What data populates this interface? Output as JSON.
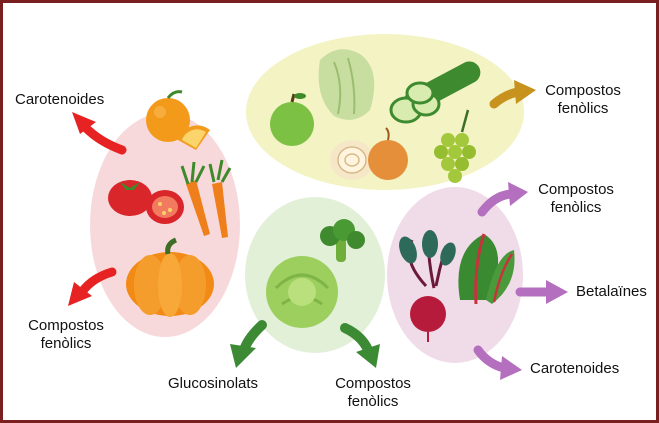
{
  "groups": {
    "orange": {
      "color": "#f7d9dc",
      "arrow_color": "#e62222",
      "labels": [
        "Carotenoides",
        "Compostos fenòlics"
      ]
    },
    "yellow": {
      "color": "#f3f3c4",
      "arrow_color": "#c8921e",
      "labels": [
        "Compostos fenòlics"
      ]
    },
    "green": {
      "color": "#e3f0d8",
      "arrow_color": "#3c8a34",
      "labels": [
        "Glucosinolats",
        "Compostos fenòlics"
      ]
    },
    "purple": {
      "color": "#f0dbe9",
      "arrow_color": "#b46fbf",
      "labels": [
        "Compostos fenòlics",
        "Betalaïnes",
        "Carotenoides"
      ]
    }
  },
  "foods": {
    "orange_group": [
      "orange-icon",
      "tomato-icon",
      "carrot-icon",
      "pumpkin-icon"
    ],
    "yellow_group": [
      "apple-icon",
      "lettuce-icon",
      "cucumber-icon",
      "onion-icon",
      "grapes-icon"
    ],
    "green_group": [
      "broccoli-icon",
      "cabbage-icon"
    ],
    "purple_group": [
      "beetroot-icon",
      "chard-icon"
    ]
  }
}
